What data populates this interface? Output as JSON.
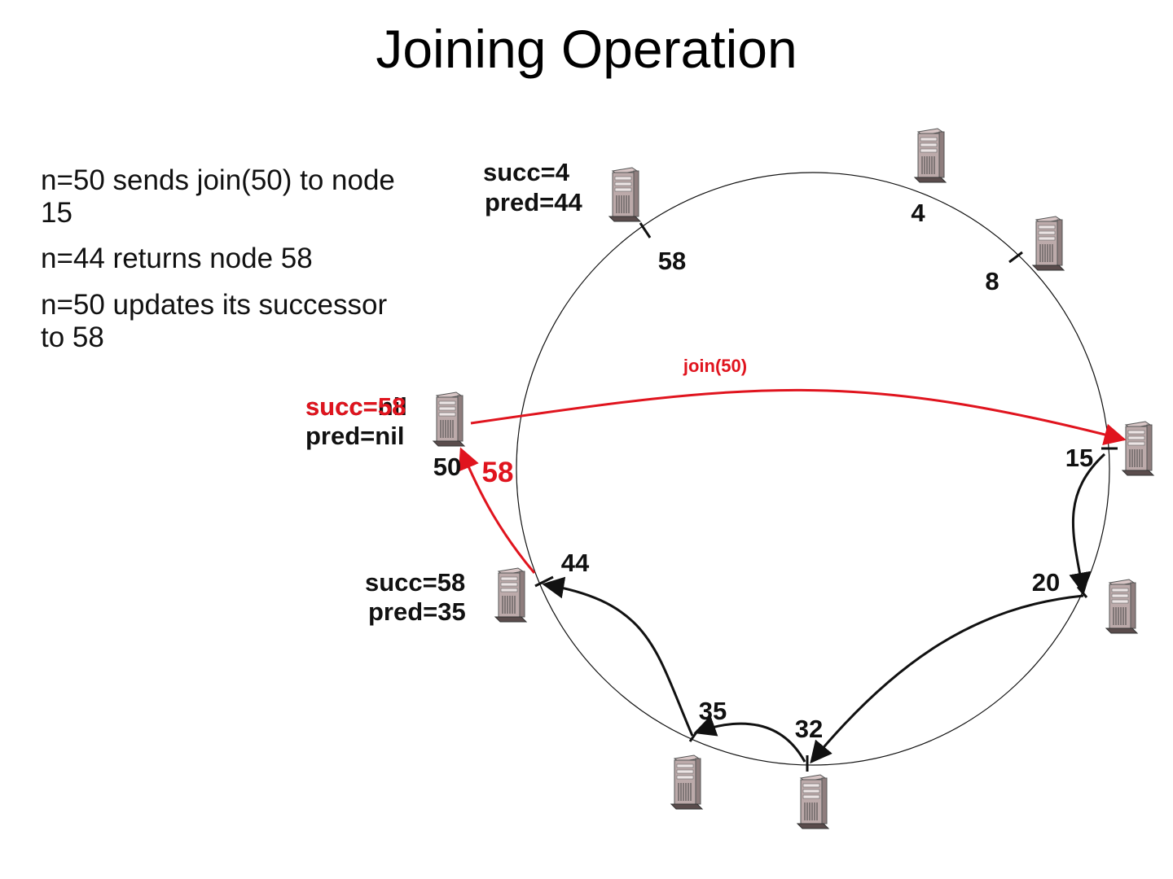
{
  "title": "Joining Operation",
  "bullets": [
    "n=50 sends join(50) to node 15",
    "n=44 returns node 58",
    "n=50 updates its successor to 58"
  ],
  "ring": {
    "nodes": [
      {
        "id": "4",
        "label": "4"
      },
      {
        "id": "8",
        "label": "8"
      },
      {
        "id": "15",
        "label": "15"
      },
      {
        "id": "20",
        "label": "20"
      },
      {
        "id": "32",
        "label": "32"
      },
      {
        "id": "35",
        "label": "35"
      },
      {
        "id": "44",
        "label": "44"
      },
      {
        "id": "50",
        "label": "50"
      },
      {
        "id": "58",
        "label": "58"
      }
    ]
  },
  "node_states": {
    "n58": {
      "succ": "succ=4",
      "pred": "pred=44"
    },
    "n50": {
      "succ_old": "succ=nil",
      "succ_new": "succ=58",
      "pred": "pred=nil"
    },
    "n44": {
      "succ": "succ=58",
      "pred": "pred=35"
    }
  },
  "messages": {
    "join": "join(50)",
    "reply": "58"
  },
  "colors": {
    "highlight": "#e0141e",
    "ink": "#111111"
  }
}
